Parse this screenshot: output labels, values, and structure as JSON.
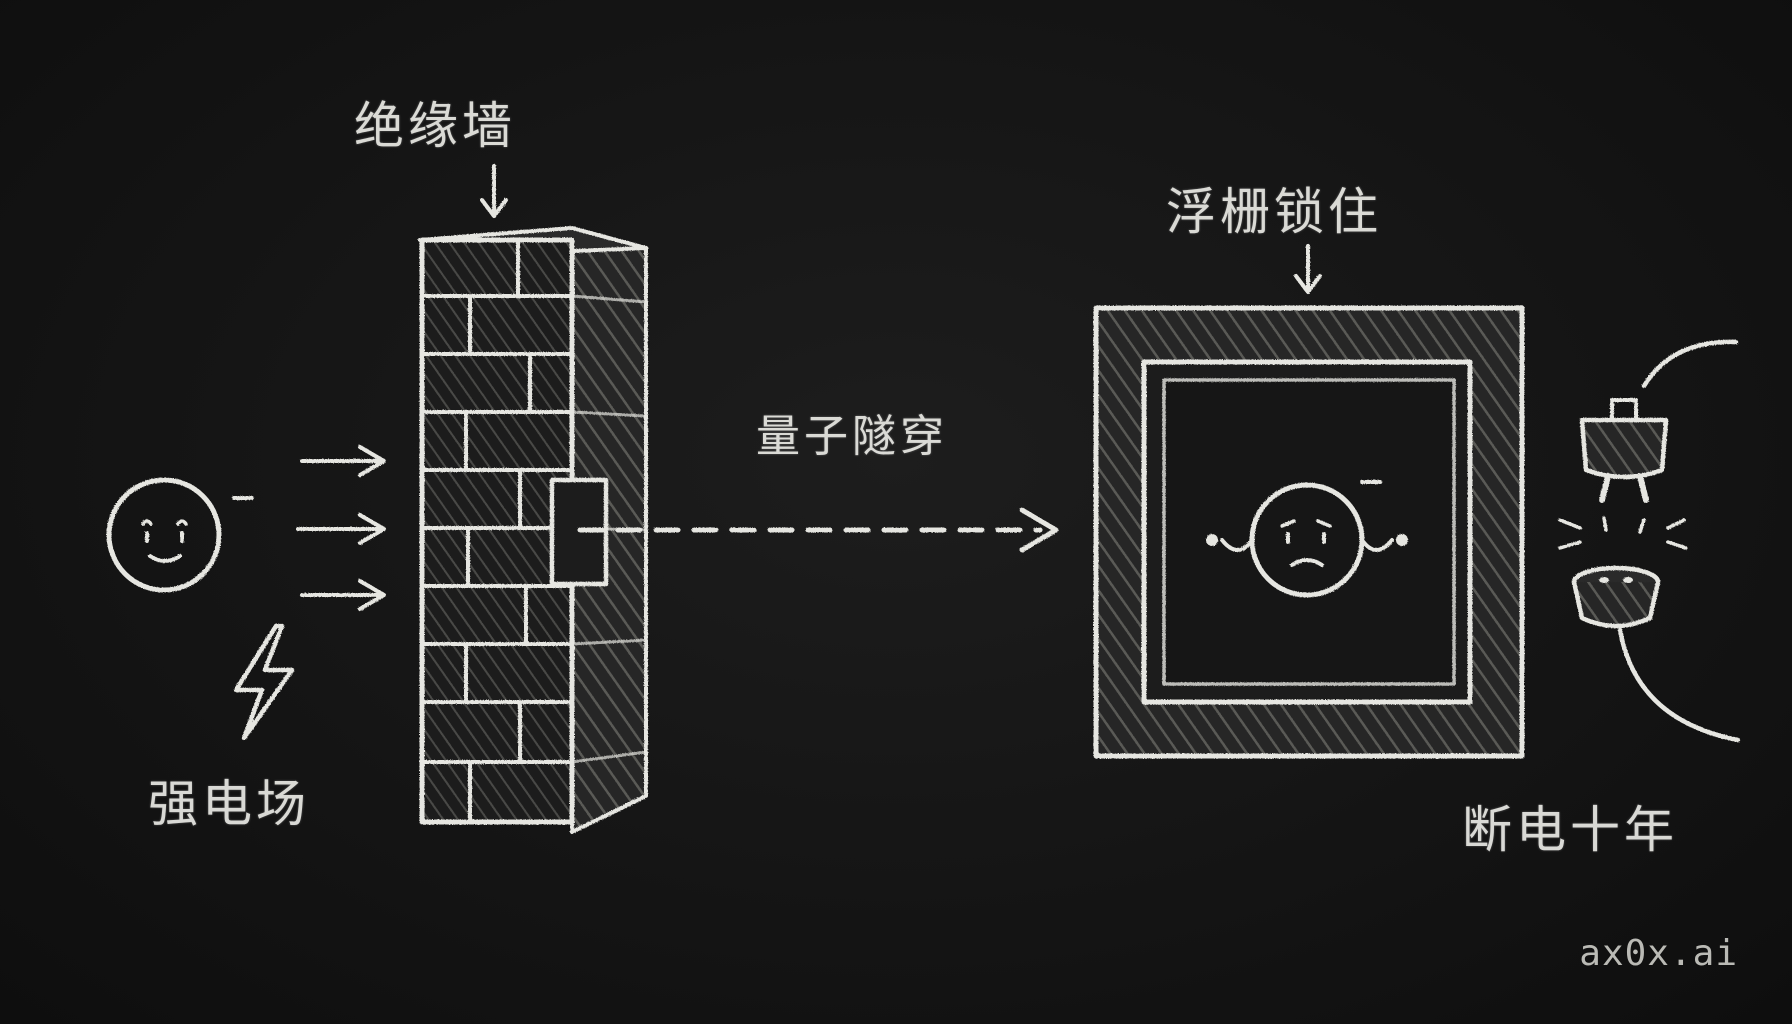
{
  "labels": {
    "insulation_wall": "绝缘墙",
    "strong_field": "强电场",
    "quantum_tunneling": "量子隧穿",
    "floating_gate_locked": "浮栅锁住",
    "power_off_ten_years": "断电十年"
  },
  "electron_charge_symbol": "-",
  "watermark": "ax0x.ai",
  "colors": {
    "background": "#131313",
    "chalk": "#e6e6e1"
  },
  "icons": {
    "electron_left": "happy-face-icon",
    "electron_trapped": "worried-face-icon",
    "field": "lightning-bolt-icon",
    "power": "unplugged-plug-icon"
  }
}
